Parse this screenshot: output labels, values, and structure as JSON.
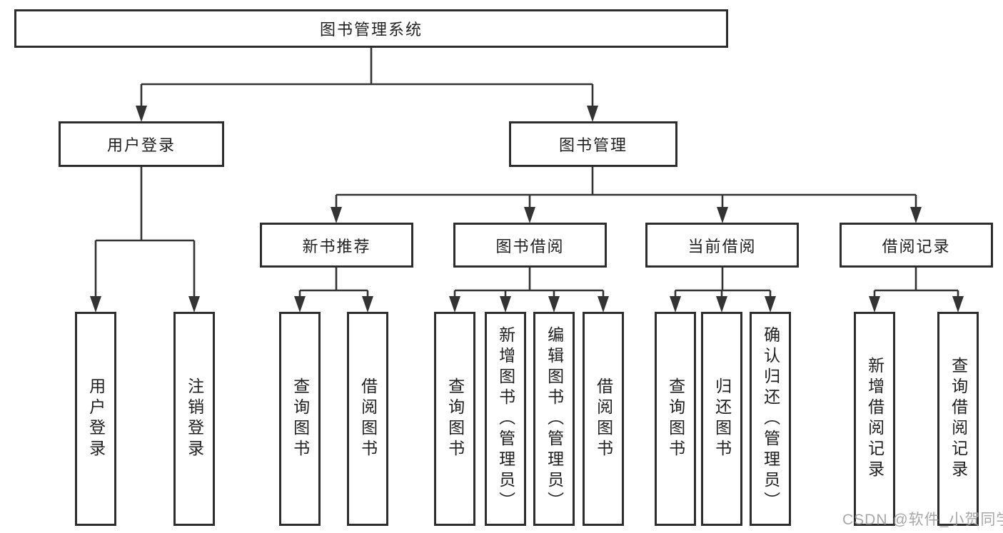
{
  "diagram_type": "hierarchy-tree",
  "root": {
    "label": "图书管理系统"
  },
  "branches": [
    {
      "label": "用户登录",
      "leaves": [
        "用户登录",
        "注销登录"
      ]
    },
    {
      "label": "图书管理"
    }
  ],
  "modules": [
    {
      "label": "新书推荐",
      "leaves": [
        "查询图书",
        "借阅图书"
      ]
    },
    {
      "label": "图书借阅",
      "leaves": [
        "查询图书",
        "新增图书（管理员）",
        "编辑图书（管理员）",
        "借阅图书"
      ]
    },
    {
      "label": "当前借阅",
      "leaves": [
        "查询图书",
        "归还图书",
        "确认归还（管理员）"
      ]
    },
    {
      "label": "借阅记录",
      "leaves": [
        "新增借阅记录",
        "查询借阅记录"
      ]
    }
  ],
  "watermark": "CSDN @软件_小贺同学",
  "colors": {
    "line": "#333333",
    "box_border": "#2d2d2d",
    "text": "#1f1f1f",
    "watermark": "#9c9c9c",
    "background": "#ffffff"
  }
}
